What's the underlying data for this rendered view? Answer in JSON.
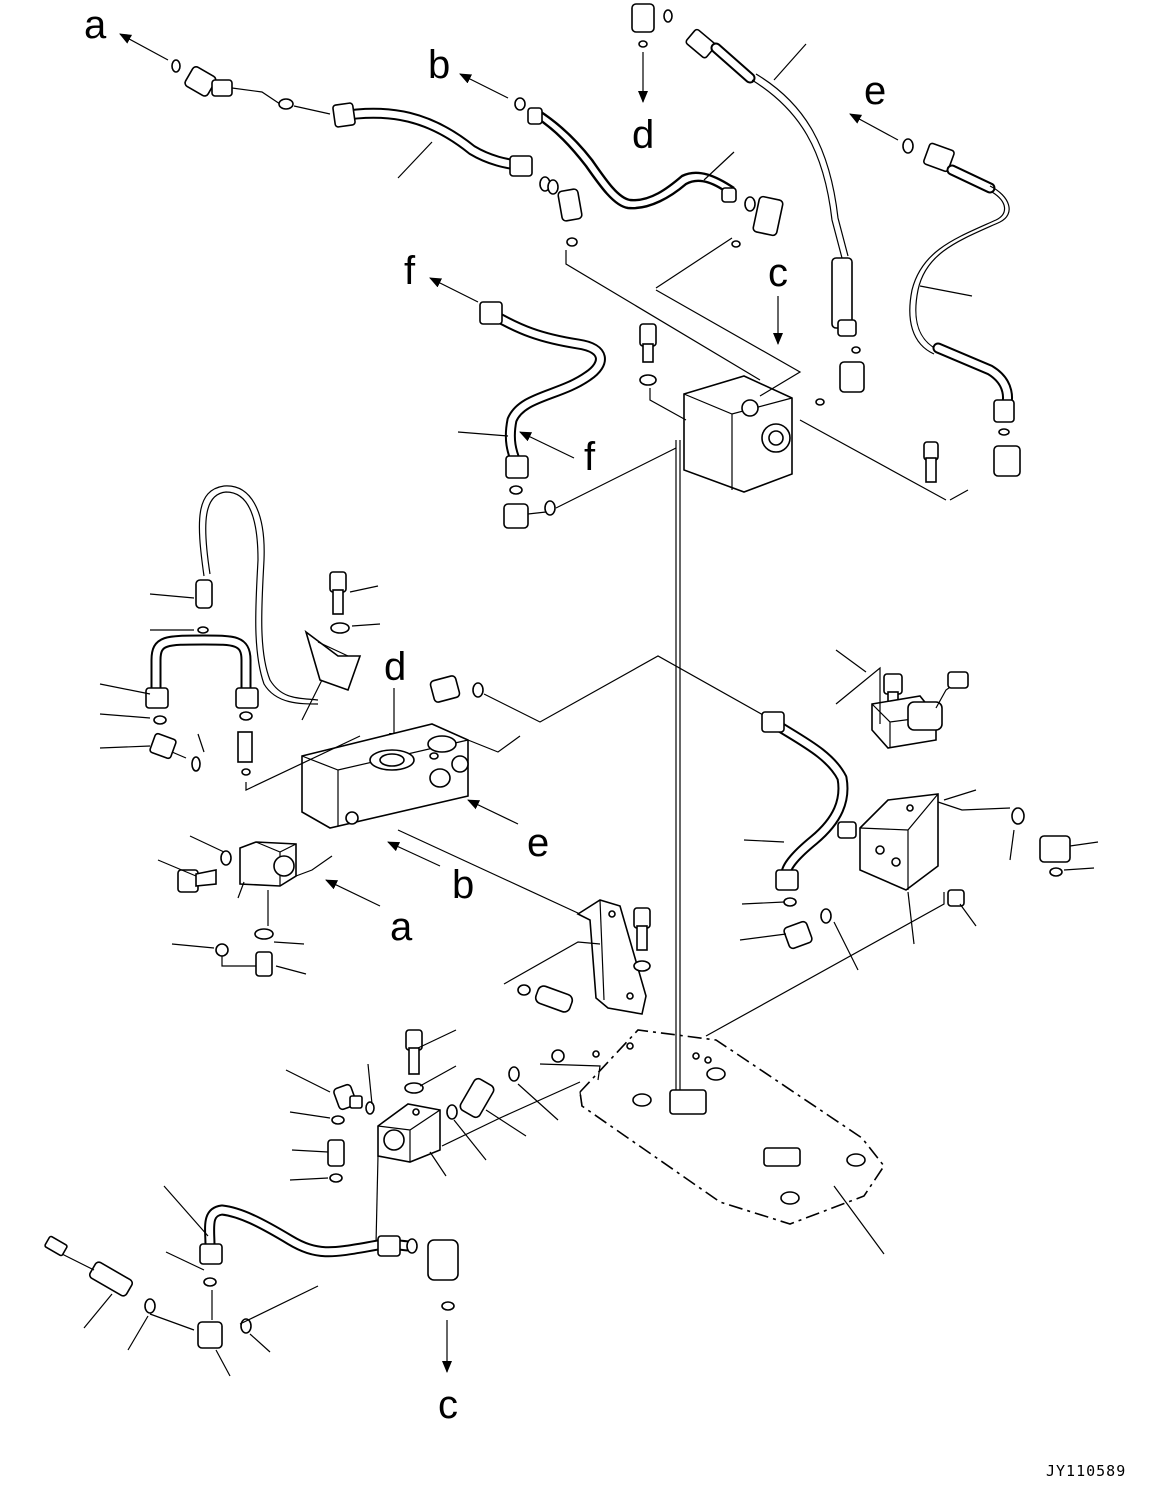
{
  "diagram": {
    "drawing_code": "JY110589",
    "connection_labels": [
      "a",
      "b",
      "c",
      "d",
      "e",
      "f"
    ],
    "labels": [
      {
        "name": "label-a-top",
        "text": "a"
      },
      {
        "name": "label-b-top",
        "text": "b"
      },
      {
        "name": "label-d-top",
        "text": "d"
      },
      {
        "name": "label-e-top",
        "text": "e"
      },
      {
        "name": "label-f-top",
        "text": "f"
      },
      {
        "name": "label-c-upper",
        "text": "c"
      },
      {
        "name": "label-d-mid",
        "text": "d"
      },
      {
        "name": "label-f-mid",
        "text": "f"
      },
      {
        "name": "label-e-mid",
        "text": "e"
      },
      {
        "name": "label-b-mid",
        "text": "b"
      },
      {
        "name": "label-a-mid",
        "text": "a"
      },
      {
        "name": "label-c-bottom",
        "text": "c"
      }
    ]
  }
}
